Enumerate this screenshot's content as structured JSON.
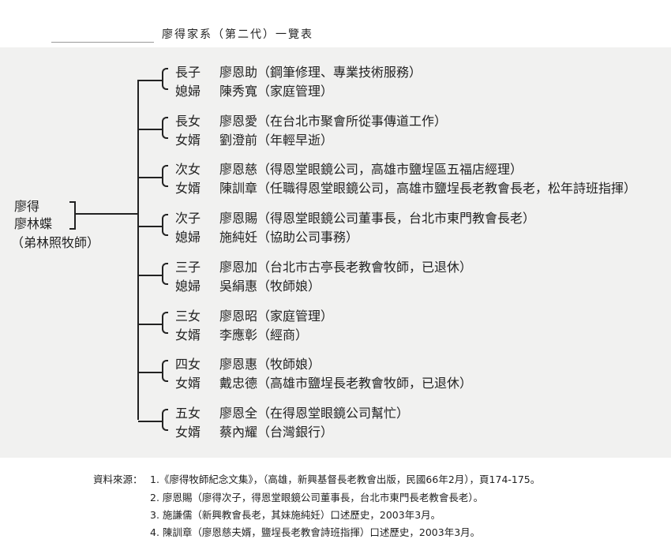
{
  "title": "廖得家系（第二代）一覽表",
  "root": {
    "line1": "廖得",
    "line2": "廖林蝶",
    "line3": "（弟林照牧師）"
  },
  "groups": [
    {
      "members": [
        {
          "role": "長子",
          "name": "廖恩助",
          "desc": "（鋼筆修理、專業技術服務）"
        },
        {
          "role": "媳婦",
          "name": "陳秀寬",
          "desc": "（家庭管理）"
        }
      ]
    },
    {
      "members": [
        {
          "role": "長女",
          "name": "廖恩愛",
          "desc": "（在台北市聚會所從事傳道工作）"
        },
        {
          "role": "女婿",
          "name": "劉澄前",
          "desc": "（年輕早逝）"
        }
      ]
    },
    {
      "members": [
        {
          "role": "次女",
          "name": "廖恩慈",
          "desc": "（得恩堂眼鏡公司，高雄市鹽埕區五福店經理）"
        },
        {
          "role": "女婿",
          "name": "陳訓章",
          "desc": "（任職得恩堂眼鏡公司，高雄市鹽埕長老教會長老，松年詩班指揮）"
        }
      ]
    },
    {
      "members": [
        {
          "role": "次子",
          "name": "廖恩賜",
          "desc": "（得恩堂眼鏡公司董事長，台北市東門教會長老）"
        },
        {
          "role": "媳婦",
          "name": "施純妊",
          "desc": "（協助公司事務）"
        }
      ]
    },
    {
      "members": [
        {
          "role": "三子",
          "name": "廖恩加",
          "desc": "（台北市古亭長老教會牧師，已退休）"
        },
        {
          "role": "媳婦",
          "name": "吳絹惠",
          "desc": "（牧師娘）"
        }
      ]
    },
    {
      "members": [
        {
          "role": "三女",
          "name": "廖恩昭",
          "desc": "（家庭管理）"
        },
        {
          "role": "女婿",
          "name": "李應彰",
          "desc": "（經商）"
        }
      ]
    },
    {
      "members": [
        {
          "role": "四女",
          "name": "廖恩惠",
          "desc": "（牧師娘）"
        },
        {
          "role": "女婿",
          "name": "戴忠德",
          "desc": "（高雄市鹽埕長老教會牧師，已退休）"
        }
      ]
    },
    {
      "members": [
        {
          "role": "五女",
          "name": "廖恩全",
          "desc": "（在得恩堂眼鏡公司幫忙）"
        },
        {
          "role": "女婿",
          "name": "蔡內耀",
          "desc": "（台灣銀行）"
        }
      ]
    }
  ],
  "sources": {
    "label": "資料來源：",
    "items": [
      "1.《廖得牧師紀念文集》，（高雄，新興基督長老教會出版，民國66年2月），頁174-175。",
      "2. 廖恩賜（廖得次子，得恩堂眼鏡公司董事長，台北市東門長老教會長老）。",
      "3. 施謙儒（新興教會長老，其妹施純妊）口述歷史，2003年3月。",
      "4. 陳訓章（廖恩慈夫婿，鹽埕長老教會詩班指揮）口述歷史，2003年3月。"
    ]
  }
}
